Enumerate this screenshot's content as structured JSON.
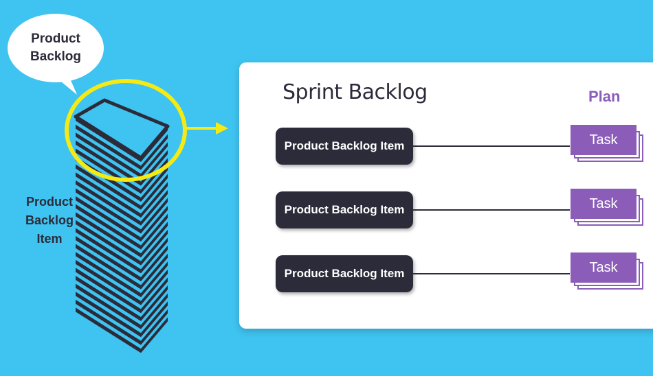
{
  "bubble": {
    "line1": "Product",
    "line2": "Backlog"
  },
  "stack_label": {
    "line1": "Product",
    "line2": "Backlog",
    "line3": "Item"
  },
  "panel": {
    "title": "Sprint Backlog",
    "plan_label": "Plan",
    "rows": [
      {
        "item": "Product Backlog Item",
        "task": "Task"
      },
      {
        "item": "Product Backlog Item",
        "task": "Task"
      },
      {
        "item": "Product Backlog Item",
        "task": "Task"
      }
    ]
  },
  "colors": {
    "background": "#3fc3f0",
    "dark": "#2b2b3a",
    "accent_purple": "#8b5cb8",
    "highlight_yellow": "#f5ea14"
  }
}
